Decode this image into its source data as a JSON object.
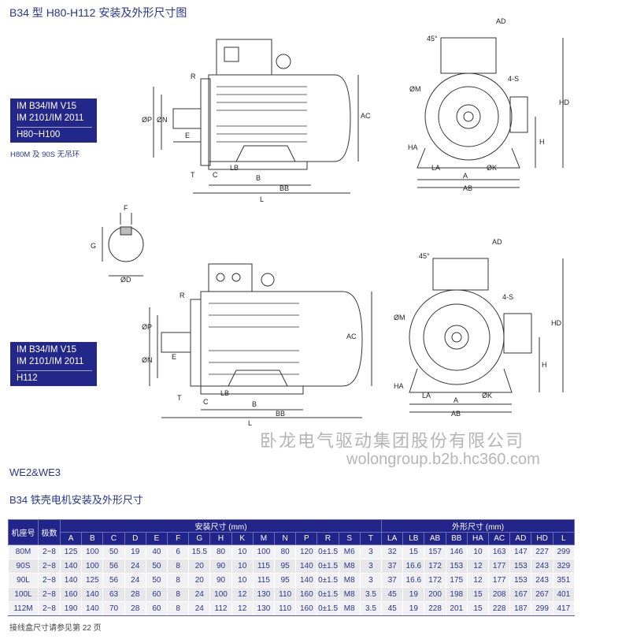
{
  "header": {
    "title": "B34 型 H80-H112 安装及外形尺寸图"
  },
  "diagram1": {
    "mount_lines": [
      "IM B34/IM V15",
      "IM 2101/IM 2011"
    ],
    "range": "H80~H100",
    "note": "H80M 及 90S 无吊环"
  },
  "diagram2": {
    "mount_lines": [
      "IM B34/IM V15",
      "IM 2101/IM 2011"
    ],
    "range": "H112"
  },
  "dims": {
    "R": "R",
    "P": "ØP",
    "N": "ØN",
    "E": "E",
    "T": "T",
    "C": "C",
    "LB": "LB",
    "B": "B",
    "BB": "BB",
    "L": "L",
    "AC": "AC",
    "AD": "AD",
    "deg": "45°",
    "M": "ØM",
    "S": "4-S",
    "HD": "HD",
    "H": "H",
    "HA": "HA",
    "LA": "LA",
    "K": "ØK",
    "A": "A",
    "AB": "AB",
    "F": "F",
    "G": "G",
    "D": "ØD"
  },
  "section": {
    "series": "WE2&WE3",
    "title": "B34 铁壳电机安装及外形尺寸"
  },
  "table": {
    "col_frame": "机座号",
    "col_poles": "极数",
    "group_install": "安装尺寸 (mm)",
    "group_outline": "外形尺寸 (mm)",
    "install_cols": [
      "A",
      "B",
      "C",
      "D",
      "E",
      "F",
      "G",
      "H",
      "K",
      "M",
      "N",
      "P",
      "R",
      "S",
      "T"
    ],
    "outline_cols": [
      "LA",
      "LB",
      "AB",
      "BB",
      "HA",
      "AC",
      "AD",
      "HD",
      "L"
    ],
    "rows": [
      [
        "80M",
        "2~8",
        "125",
        "100",
        "50",
        "19",
        "40",
        "6",
        "15.5",
        "80",
        "10",
        "100",
        "80",
        "120",
        "0±1.5",
        "M6",
        "3",
        "32",
        "15",
        "157",
        "146",
        "10",
        "163",
        "147",
        "227",
        "299"
      ],
      [
        "90S",
        "2~8",
        "140",
        "100",
        "56",
        "24",
        "50",
        "8",
        "20",
        "90",
        "10",
        "115",
        "95",
        "140",
        "0±1.5",
        "M8",
        "3",
        "37",
        "16.6",
        "172",
        "153",
        "12",
        "177",
        "153",
        "243",
        "329"
      ],
      [
        "90L",
        "2~8",
        "140",
        "125",
        "56",
        "24",
        "50",
        "8",
        "20",
        "90",
        "10",
        "115",
        "95",
        "140",
        "0±1.5",
        "M8",
        "3",
        "37",
        "16.6",
        "172",
        "175",
        "12",
        "177",
        "153",
        "243",
        "351"
      ],
      [
        "100L",
        "2~8",
        "160",
        "140",
        "63",
        "28",
        "60",
        "8",
        "24",
        "100",
        "12",
        "130",
        "110",
        "160",
        "0±1.5",
        "M8",
        "3.5",
        "45",
        "19",
        "200",
        "198",
        "15",
        "208",
        "167",
        "267",
        "401"
      ],
      [
        "112M",
        "2~8",
        "190",
        "140",
        "70",
        "28",
        "60",
        "8",
        "24",
        "112",
        "12",
        "130",
        "110",
        "160",
        "0±1.5",
        "M8",
        "3.5",
        "45",
        "19",
        "228",
        "201",
        "15",
        "228",
        "187",
        "299",
        "417"
      ]
    ]
  },
  "footer": {
    "note": "接线盒尺寸请参见第 22 页"
  },
  "watermark": {
    "company": "卧龙电气驱动集团股份有限公司",
    "url": "wolongroup.b2b.hc360.com"
  }
}
